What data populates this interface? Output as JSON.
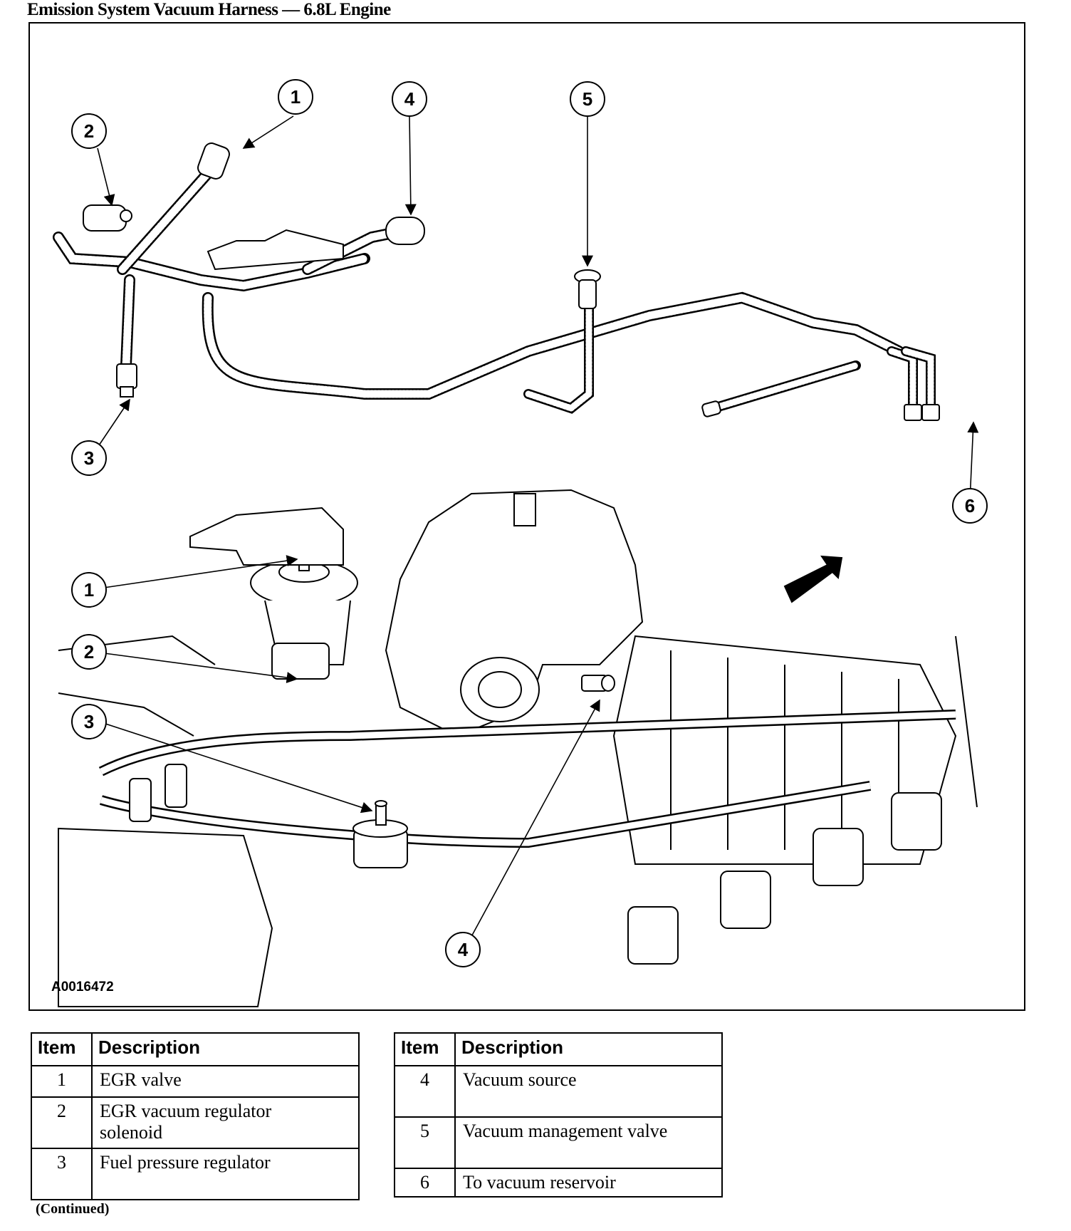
{
  "page_title": "Emission System Vacuum Harness — 6.8L Engine",
  "figure_id": "A0016472",
  "callouts": {
    "top": [
      "1",
      "2",
      "3",
      "4",
      "5",
      "6"
    ],
    "bottom": [
      "1",
      "2",
      "3",
      "4"
    ]
  },
  "legend_left": {
    "header_item": "Item",
    "header_description": "Description",
    "rows": [
      {
        "item": "1",
        "description": "EGR valve"
      },
      {
        "item": "2",
        "description": "EGR vacuum regulator solenoid"
      },
      {
        "item": "3",
        "description": "Fuel pressure regulator"
      }
    ]
  },
  "legend_right": {
    "header_item": "Item",
    "header_description": "Description",
    "rows": [
      {
        "item": "4",
        "description": "Vacuum source"
      },
      {
        "item": "5",
        "description": "Vacuum management valve"
      },
      {
        "item": "6",
        "description": "To vacuum reservoir"
      }
    ]
  },
  "continued": "(Continued)"
}
